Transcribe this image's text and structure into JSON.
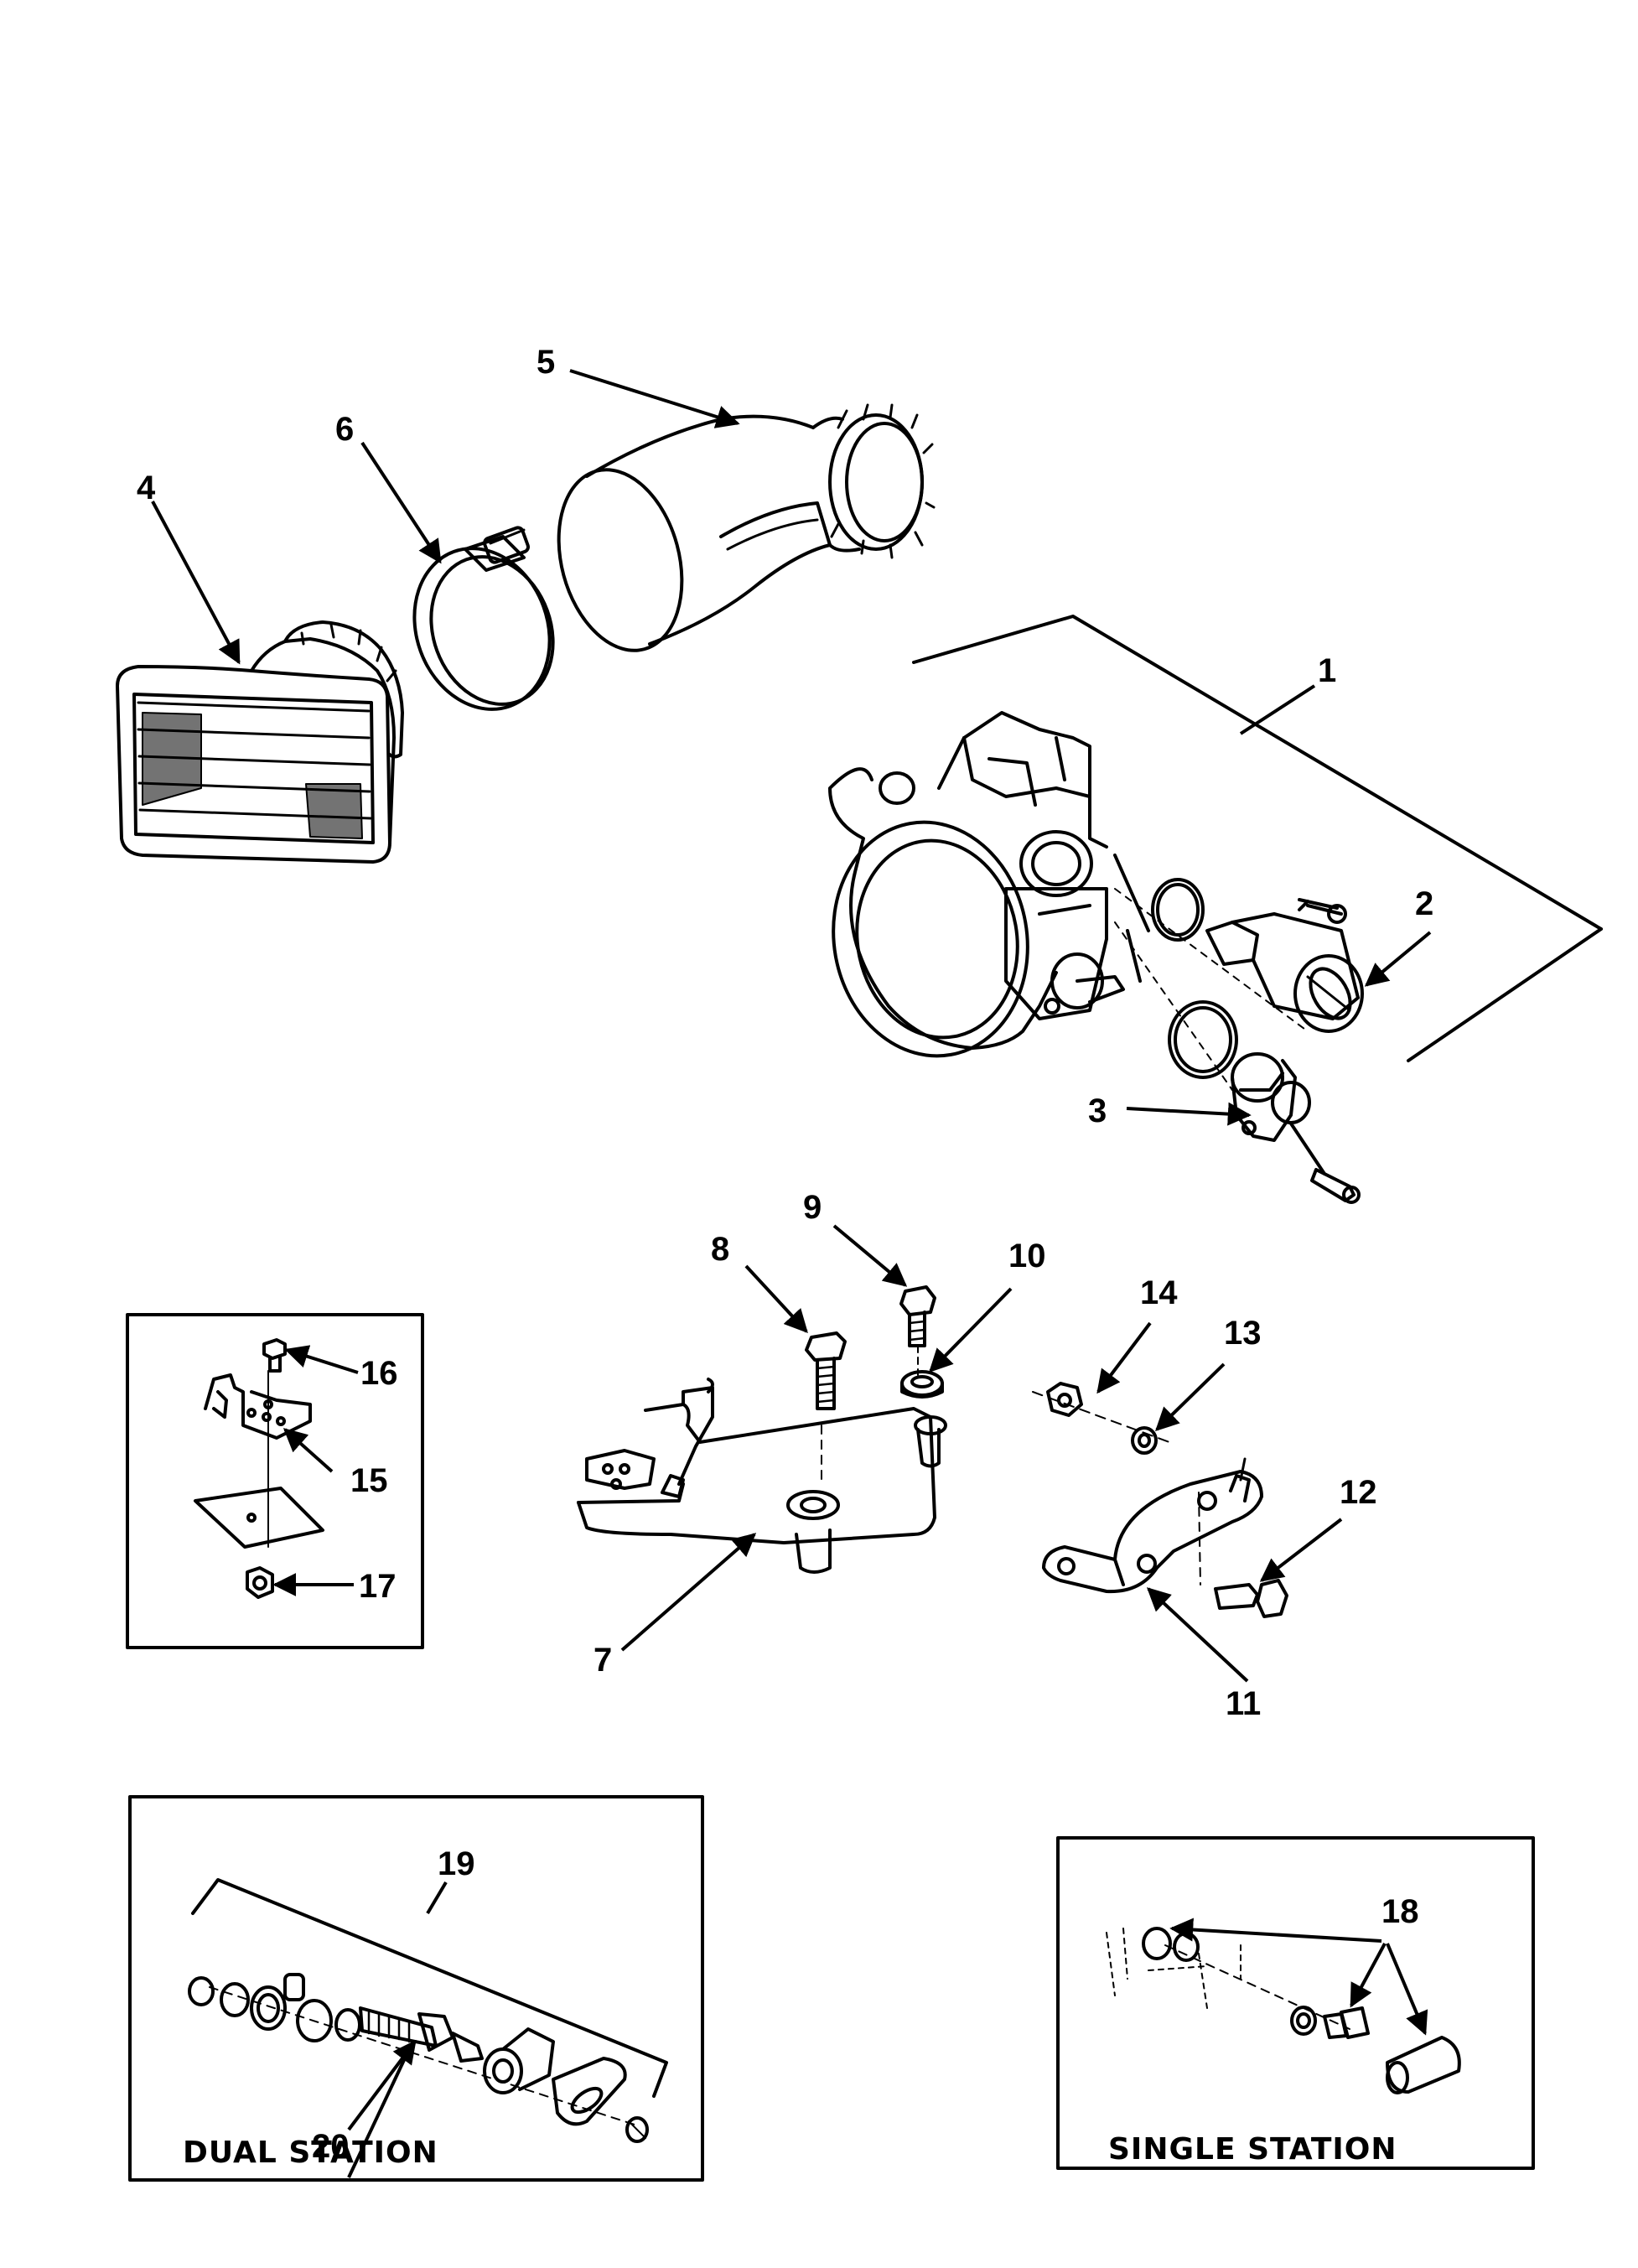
{
  "callouts": {
    "c1": "1",
    "c2": "2",
    "c3": "3",
    "c4": "4",
    "c5": "5",
    "c6": "6",
    "c7": "7",
    "c8": "8",
    "c9": "9",
    "c10": "10",
    "c11": "11",
    "c12": "12",
    "c13": "13",
    "c14": "14",
    "c15": "15",
    "c16": "16",
    "c17": "17",
    "c18": "18",
    "c19": "19",
    "c20": "20"
  },
  "insets": {
    "dual_station": "DUAL STATION",
    "single_station": "SINGLE STATION"
  },
  "colors": {
    "ink": "#000000",
    "paper": "#ffffff"
  }
}
